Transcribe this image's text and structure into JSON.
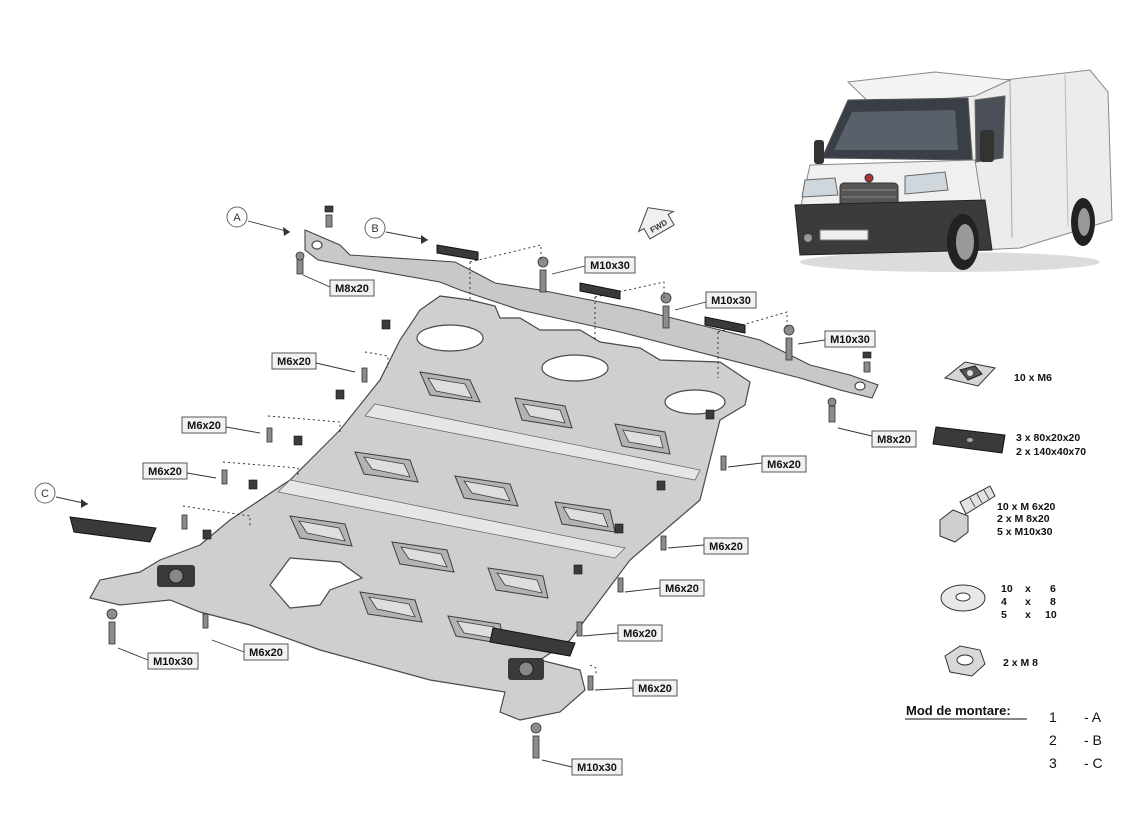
{
  "labels": {
    "a": "A",
    "b": "B",
    "c": "C",
    "fwd": "FWD"
  },
  "callouts": {
    "m8x20_top": "M8x20",
    "m10x30_1": "M10x30",
    "m10x30_2": "M10x30",
    "m10x30_3": "M10x30",
    "m6x20_a": "M6x20",
    "m8x20_right": "M8x20",
    "m6x20_b": "M6x20",
    "m6x20_c": "M6x20",
    "m6x20_d": "M6x20",
    "m6x20_e": "M6x20",
    "m6x20_f": "M6x20",
    "m6x20_g": "M6x20",
    "m6x20_h": "M6x20",
    "m6x20_i": "M6x20",
    "m10x30_bl": "M10x30",
    "m10x30_bottom": "M10x30"
  },
  "legend": {
    "cage_nut": [
      "10 x M6"
    ],
    "plate": [
      "3 x 80x20x20",
      "2 x 140x40x70"
    ],
    "bolts": [
      "10 x M 6x20",
      "2 x M 8x20",
      "5 x M10x30"
    ],
    "washers": [
      [
        "10",
        "x",
        "6"
      ],
      [
        "4",
        "x",
        "8"
      ],
      [
        "5",
        "x",
        "10"
      ]
    ],
    "hex_nut": [
      "2 x M 8"
    ]
  },
  "mounting": {
    "title": "Mod de montare:",
    "steps": [
      {
        "num": "1",
        "part": "- A"
      },
      {
        "num": "2",
        "part": "- B"
      },
      {
        "num": "3",
        "part": "- C"
      }
    ]
  },
  "colors": {
    "plate": "#cfcfcf",
    "van_body": "#e8e8e8",
    "bumper": "#3b3b3b"
  }
}
